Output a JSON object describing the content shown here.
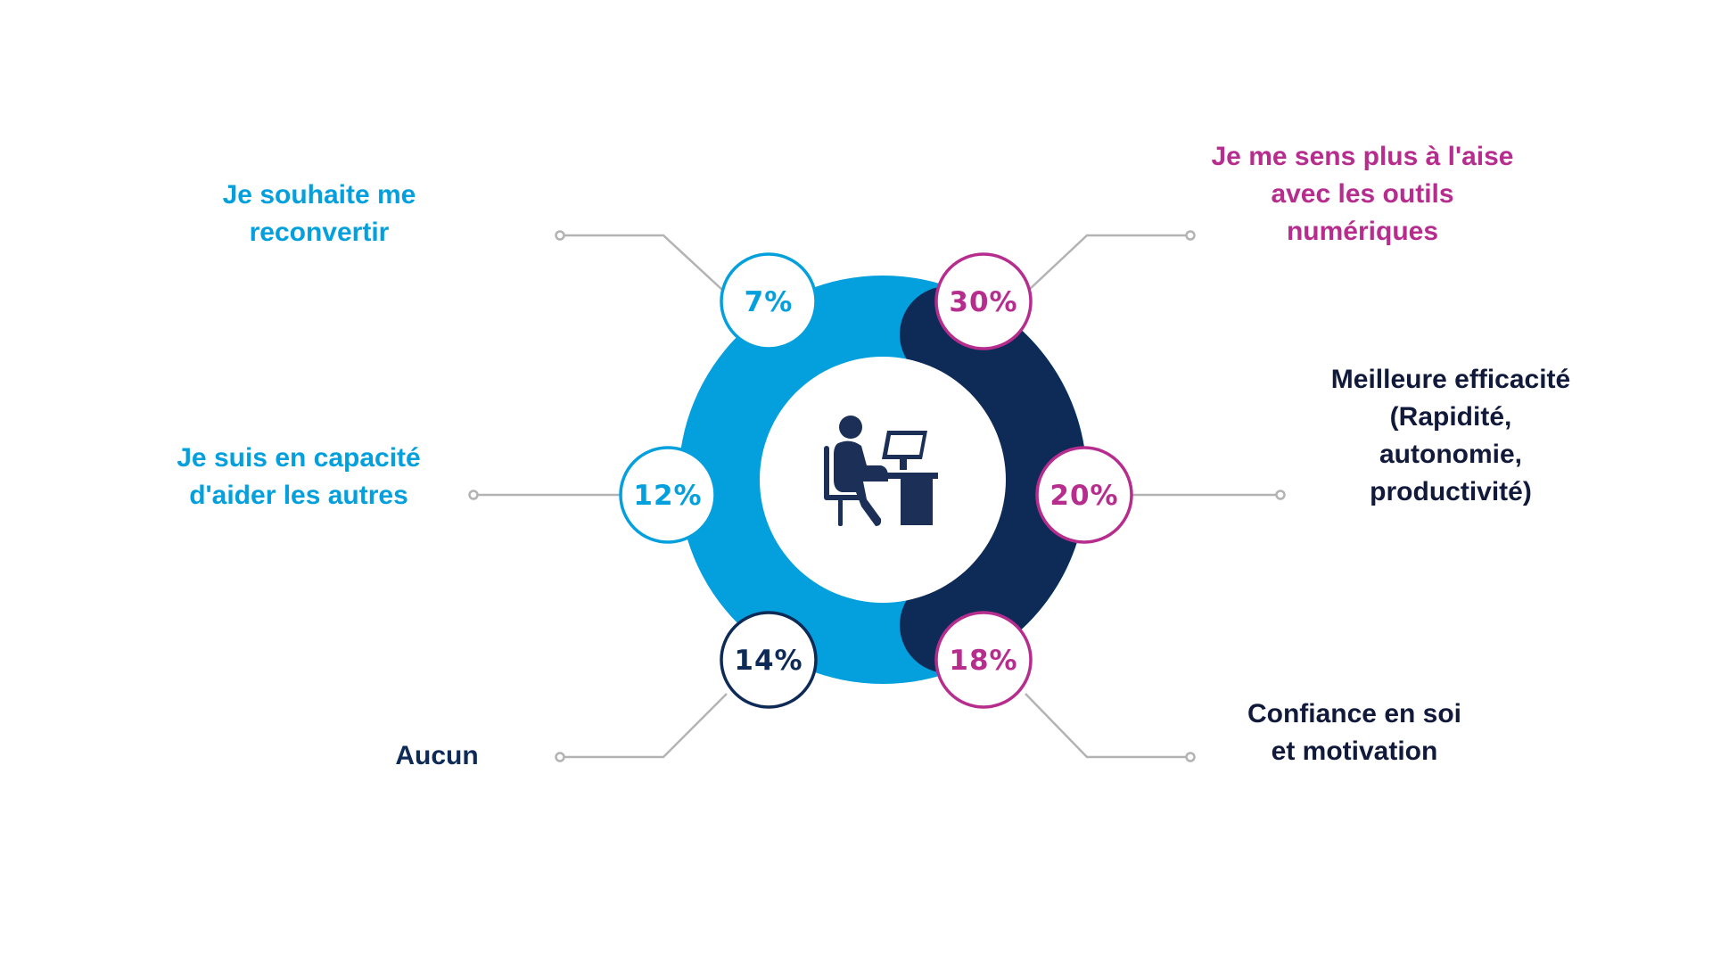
{
  "colors": {
    "light_blue": "#03a0dd",
    "navy": "#0e2a57",
    "magenta": "#b62d8e",
    "dark": "#111a3a",
    "connector": "#b3b3b3",
    "icon": "#1b2f57"
  },
  "center_icon": "person-at-computer-icon",
  "items": [
    {
      "id": "reconvertir",
      "value": "7%",
      "lines": [
        "Je souhaite me",
        "reconvertir"
      ],
      "color": "#03a0dd",
      "text_color": "#03a0dd"
    },
    {
      "id": "aider",
      "value": "12%",
      "lines": [
        "Je suis en capacité",
        "d'aider les autres"
      ],
      "color": "#03a0dd",
      "text_color": "#03a0dd"
    },
    {
      "id": "aucun",
      "value": "14%",
      "lines": [
        "Aucun"
      ],
      "color": "#0e2a57",
      "text_color": "#0e2a57"
    },
    {
      "id": "aise",
      "value": "30%",
      "lines": [
        "Je me sens plus à l'aise",
        "avec les outils",
        "numériques"
      ],
      "color": "#b62d8e",
      "text_color": "#b62d8e"
    },
    {
      "id": "efficacite",
      "value": "20%",
      "lines": [
        "Meilleure efficacité",
        "(Rapidité,",
        "autonomie,",
        "productivité)"
      ],
      "color": "#b62d8e",
      "text_color": "#111a3a"
    },
    {
      "id": "confiance",
      "value": "18%",
      "lines": [
        "Confiance en soi",
        "et motivation"
      ],
      "color": "#b62d8e",
      "text_color": "#111a3a"
    }
  ]
}
